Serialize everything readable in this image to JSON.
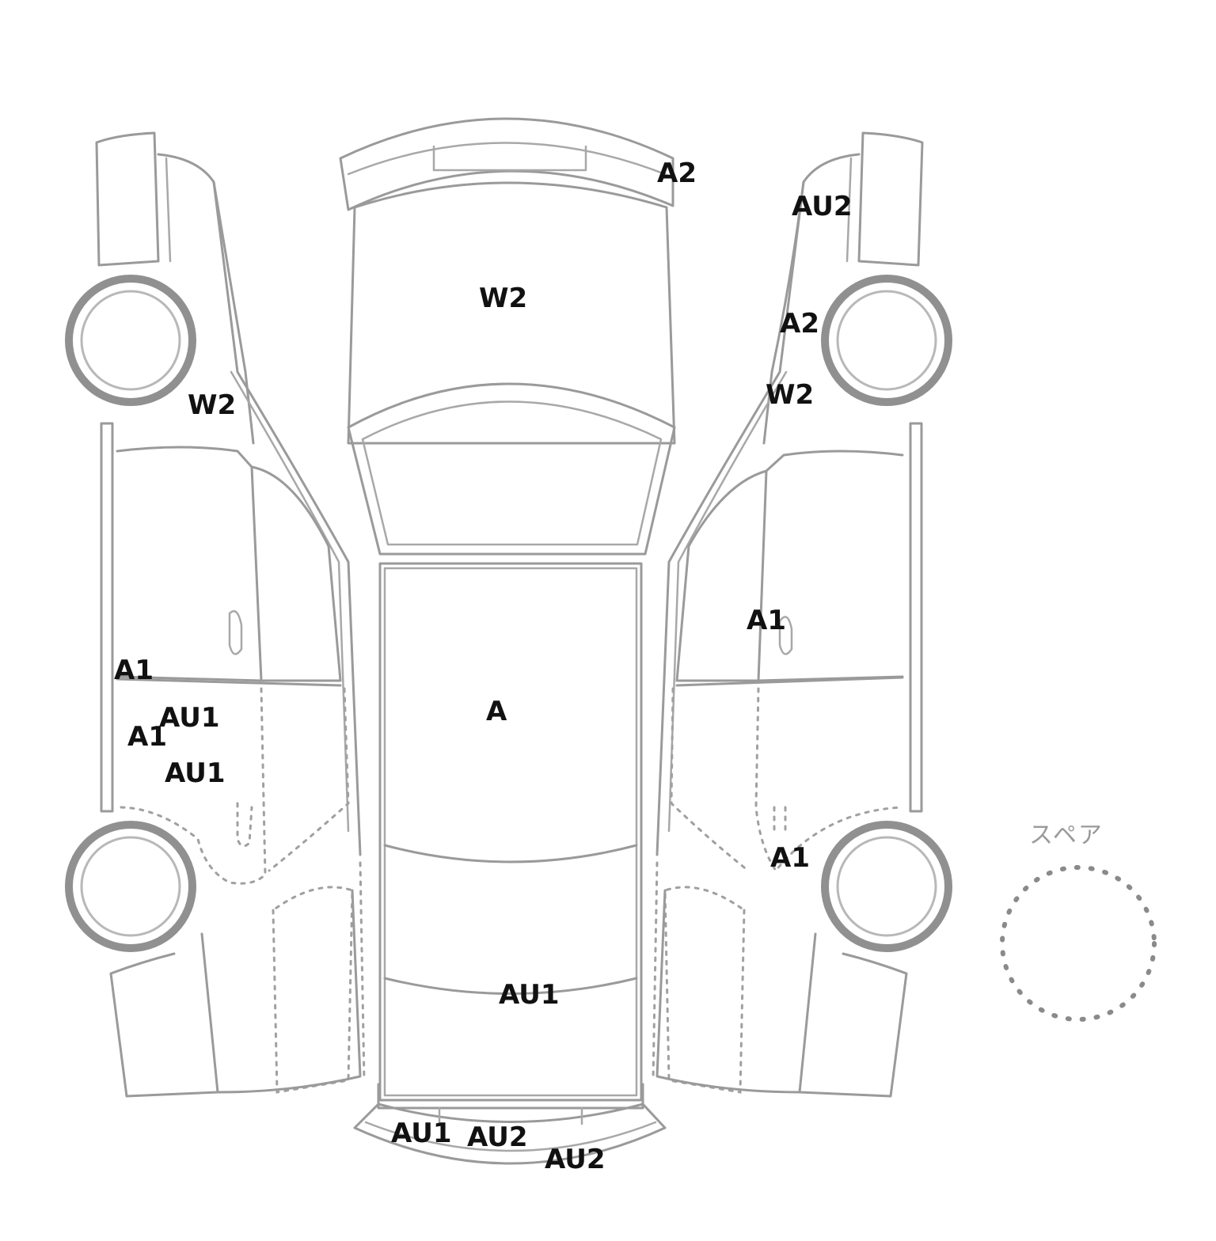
{
  "spare_label": "スペア",
  "damage_marks": {
    "top_roof_front_right": "A2",
    "right_front_fender_upper": "AU2",
    "hood": "W2",
    "right_front_fender_lower": "A2",
    "right_a_pillar": "W2",
    "left_a_pillar": "W2",
    "right_front_door": "A1",
    "left_front_door_lower": "A1",
    "left_rocker_1": "AU1",
    "left_rocker_2": "A1",
    "left_rocker_3": "AU1",
    "roof": "A",
    "right_rear_door": "A1",
    "trunk": "AU1",
    "rear_bumper_left": "AU1",
    "rear_bumper_center": "AU2",
    "rear_bumper_right": "AU2"
  }
}
